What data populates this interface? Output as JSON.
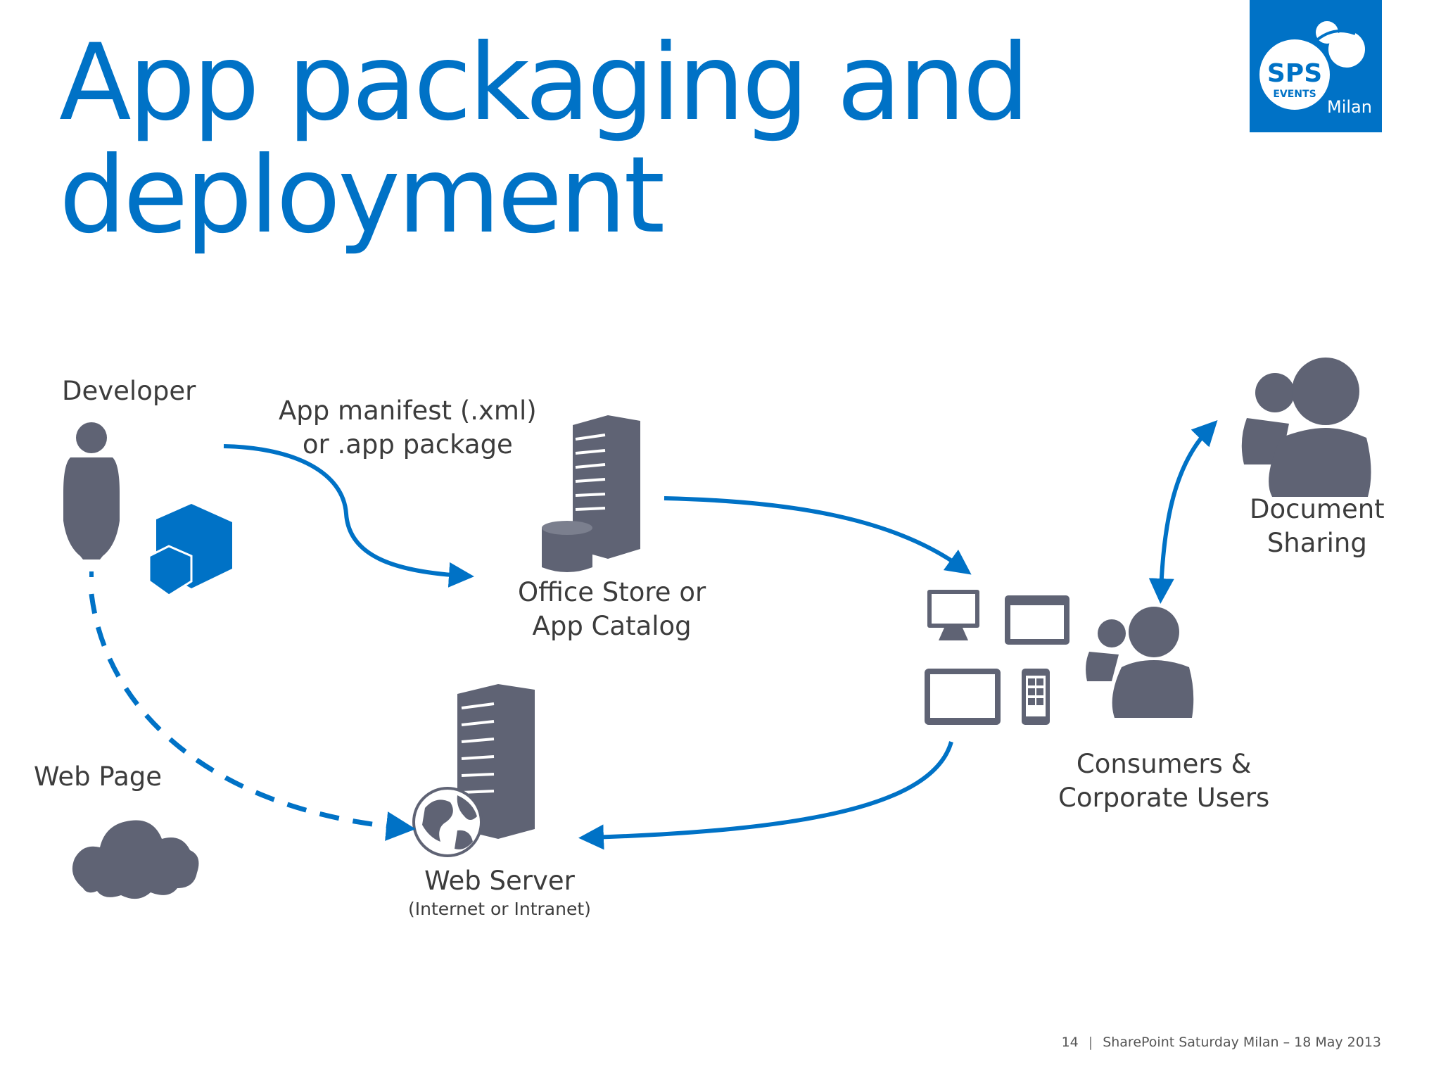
{
  "title": {
    "line1": "App packaging and",
    "line2": "deployment"
  },
  "logo": {
    "line1": "SPS",
    "line2": "EVENTS",
    "city": "Milan"
  },
  "nodes": {
    "developer": {
      "label": "Developer"
    },
    "manifest": {
      "line1": "App manifest (.xml)",
      "line2": "or .app package"
    },
    "store": {
      "line1": "Office Store or",
      "line2": "App Catalog"
    },
    "web_page": {
      "label": "Web Page"
    },
    "web_server": {
      "line1": "Web Server",
      "line2": "(Internet or Intranet)"
    },
    "consumers": {
      "line1": "Consumers &",
      "line2": "Corporate Users"
    },
    "document": {
      "line1": "Document",
      "line2": "Sharing"
    }
  },
  "footer": {
    "page": "14",
    "separator": "|",
    "text": "SharePoint Saturday Milan – 18 May 2013"
  },
  "colors": {
    "accent": "#0072c6",
    "icon": "#5f6374"
  }
}
